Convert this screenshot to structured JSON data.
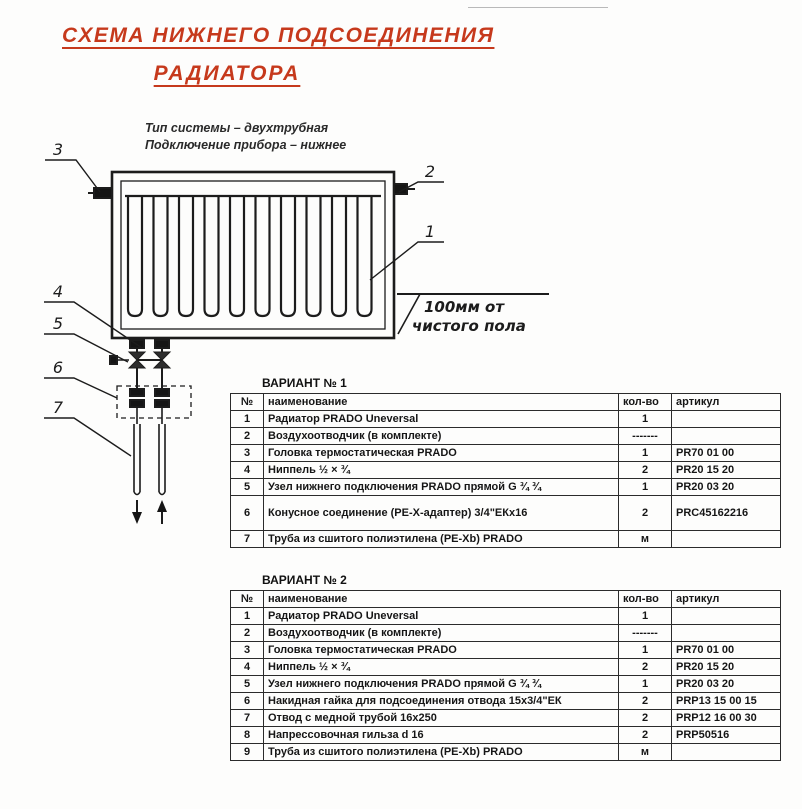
{
  "title": {
    "line1": "СХЕМА НИЖНЕГО ПОДСОЕДИНЕНИЯ",
    "line2": "РАДИАТОРА"
  },
  "system_info": {
    "line1": "Тип системы – двухтрубная",
    "line2": "Подключение прибора – нижнее"
  },
  "callouts": [
    "1",
    "2",
    "3",
    "4",
    "5",
    "6",
    "7"
  ],
  "floor_note": {
    "line1": "100мм от",
    "line2": "чистого пола"
  },
  "colors": {
    "title_red": "#c6391c",
    "ink": "#1c1c1c"
  },
  "tables": [
    {
      "title": "ВАРИАНТ № 1",
      "headers": [
        "№",
        "наименование",
        "кол-во",
        "артикул"
      ],
      "rows": [
        [
          "1",
          "Радиатор PRADO Uneversal",
          "1",
          ""
        ],
        [
          "2",
          "Воздухоотводчик (в комплекте)",
          "-------",
          ""
        ],
        [
          "3",
          "Головка термостатическая PRADO",
          "1",
          "PR70 01 00"
        ],
        [
          "4",
          "Ниппель ½ × ¾",
          "2",
          "PR20 15 20"
        ],
        [
          "5",
          "Узел нижнего подключения PRADO прямой G ¾ ¾",
          "1",
          "PR20 03 20"
        ],
        [
          "6",
          "Конусное соединение (PE-X-адаптер) 3/4\"ЕКх16",
          "2",
          "PRC45162216"
        ],
        [
          "7",
          "Труба из сшитого полиэтилена (PE-Xb) PRADO",
          "м",
          ""
        ]
      ]
    },
    {
      "title": "ВАРИАНТ № 2",
      "headers": [
        "№",
        "наименование",
        "кол-во",
        "артикул"
      ],
      "rows": [
        [
          "1",
          "Радиатор PRADO Uneversal",
          "1",
          ""
        ],
        [
          "2",
          "Воздухоотводчик (в комплекте)",
          "-------",
          ""
        ],
        [
          "3",
          "Головка термостатическая PRADO",
          "1",
          "PR70 01 00"
        ],
        [
          "4",
          "Ниппель ½ × ¾",
          "2",
          "PR20 15 20"
        ],
        [
          "5",
          "Узел нижнего подключения PRADO прямой G ¾ ¾",
          "1",
          "PR20 03 20"
        ],
        [
          "6",
          "Накидная гайка для подсоединения отвода 15х3/4\"ЕК",
          "2",
          "PRP13 15 00 15"
        ],
        [
          "7",
          "Отвод с медной трубой 16х250",
          "2",
          "PRP12 16 00 30"
        ],
        [
          "8",
          "Напрессовочная гильза d 16",
          "2",
          "PRP50516"
        ],
        [
          "9",
          "Труба из сшитого полиэтилена (PE-Xb) PRADO",
          "м",
          ""
        ]
      ]
    }
  ]
}
